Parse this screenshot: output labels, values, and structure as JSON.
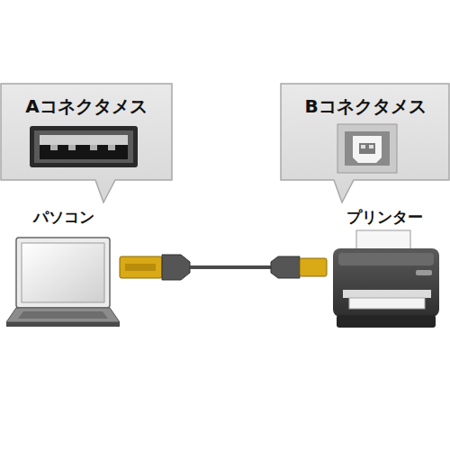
{
  "diagram": {
    "nodes": [
      {
        "text": [
          "Aコネクタメス"
        ]
      },
      {
        "text": [
          "Bコネクタメス"
        ]
      },
      {
        "text": [
          "パソコン"
        ]
      },
      {
        "text": [
          "プリンター"
        ]
      }
    ],
    "edges": [
      {
        "from": 2,
        "to": 3,
        "arrow": "none"
      }
    ]
  }
}
